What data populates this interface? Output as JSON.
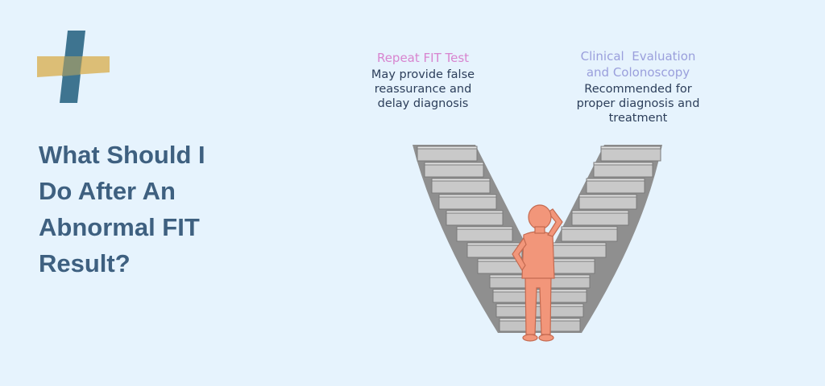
{
  "title_lines": [
    "What Should I",
    "Do After An",
    "Abnormal FIT",
    "Result?"
  ],
  "options": [
    {
      "heading": "Repeat FIT Test",
      "description_lines": [
        "May provide false",
        "reassurance and",
        "delay diagnosis"
      ]
    },
    {
      "heading_lines": [
        "Clinical  Evaluation",
        "and Colonoscopy"
      ],
      "description_lines": [
        "Recommended for",
        "proper diagnosis and",
        "treatment"
      ]
    }
  ],
  "colors": {
    "background": "#e6f3fd",
    "title": "#3e6080",
    "option1_heading": "#d884cf",
    "option2_heading": "#9a9fdc",
    "description": "#2c3e5a",
    "logo_teal": "#3e7490",
    "logo_gold": "#d9b45e",
    "person": "#f2967a"
  },
  "icons": [
    "medical-cross-logo",
    "person-at-crossroads-stairs-illustration"
  ]
}
